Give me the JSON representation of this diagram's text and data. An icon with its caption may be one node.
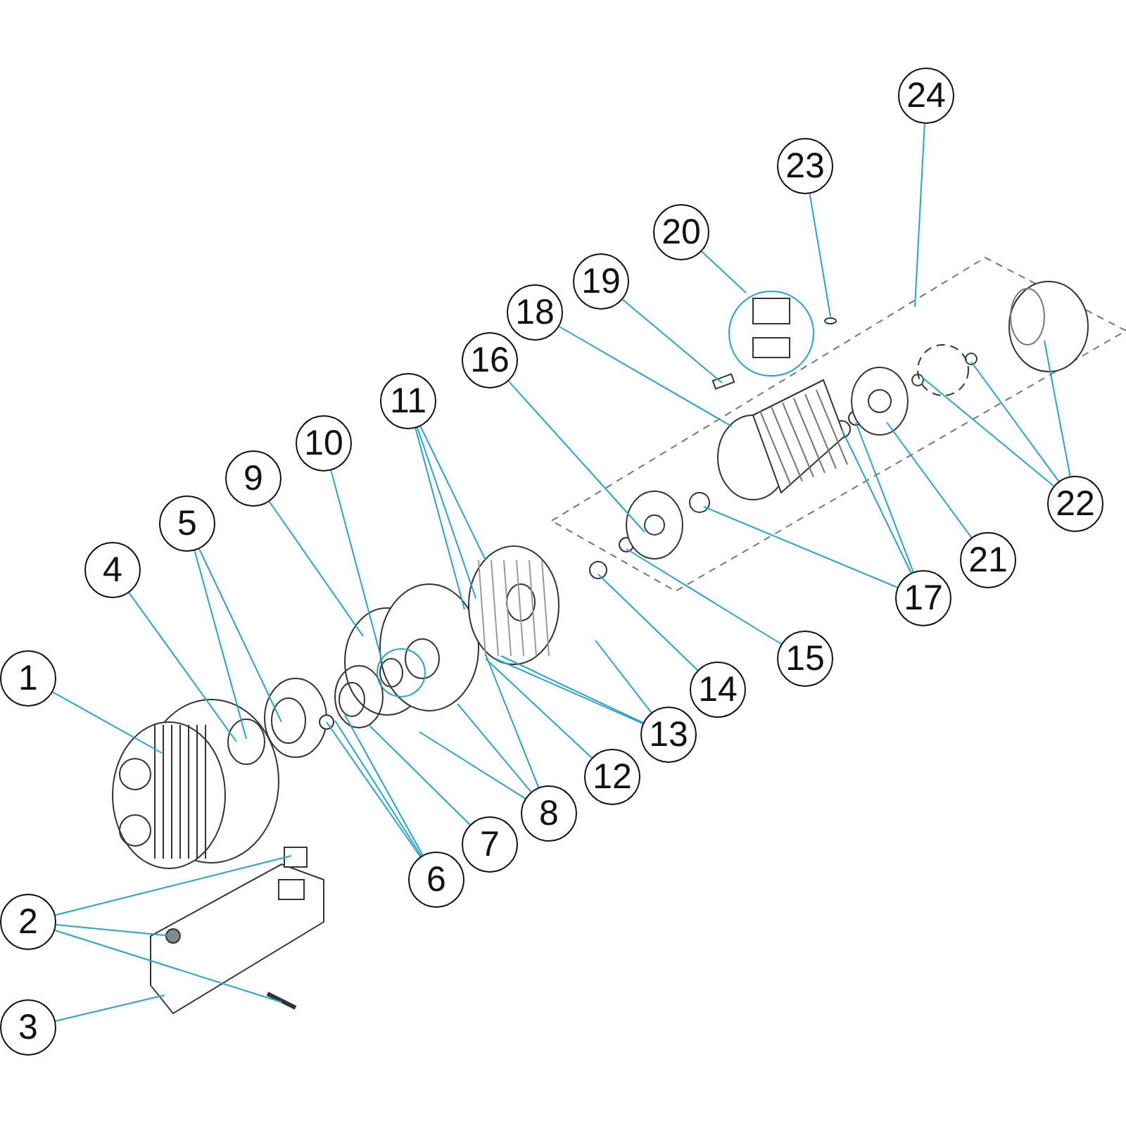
{
  "diagram": {
    "nodes": [
      {
        "text": [
          "1"
        ]
      },
      {
        "text": [
          "2"
        ]
      },
      {
        "text": [
          "3"
        ]
      },
      {
        "text": [
          "4"
        ]
      },
      {
        "text": [
          "5"
        ]
      },
      {
        "text": [
          "6"
        ]
      },
      {
        "text": [
          "7"
        ]
      },
      {
        "text": [
          "8"
        ]
      },
      {
        "text": [
          "9"
        ]
      },
      {
        "text": [
          "10"
        ]
      },
      {
        "text": [
          "11"
        ]
      },
      {
        "text": [
          "12"
        ]
      },
      {
        "text": [
          "13"
        ]
      },
      {
        "text": [
          "14"
        ]
      },
      {
        "text": [
          "15"
        ]
      },
      {
        "text": [
          "16"
        ]
      },
      {
        "text": [
          "17"
        ]
      },
      {
        "text": [
          "18"
        ]
      },
      {
        "text": [
          "19"
        ]
      },
      {
        "text": [
          "20"
        ]
      },
      {
        "text": [
          "21"
        ]
      },
      {
        "text": [
          "22"
        ]
      },
      {
        "text": [
          "23"
        ]
      },
      {
        "text": [
          "24"
        ]
      }
    ],
    "edges": [
      {
        "from": 0,
        "to": null,
        "arrow": "none"
      },
      {
        "from": 1,
        "to": null,
        "arrow": "none"
      },
      {
        "from": 1,
        "to": null,
        "arrow": "none"
      },
      {
        "from": 1,
        "to": null,
        "arrow": "none"
      },
      {
        "from": 2,
        "to": null,
        "arrow": "none"
      },
      {
        "from": 3,
        "to": null,
        "arrow": "none"
      },
      {
        "from": 4,
        "to": null,
        "arrow": "none"
      },
      {
        "from": 4,
        "to": null,
        "arrow": "none"
      },
      {
        "from": 5,
        "to": null,
        "arrow": "none"
      },
      {
        "from": 5,
        "to": null,
        "arrow": "none"
      },
      {
        "from": 5,
        "to": null,
        "arrow": "none"
      },
      {
        "from": 6,
        "to": null,
        "arrow": "none"
      },
      {
        "from": 7,
        "to": null,
        "arrow": "none"
      },
      {
        "from": 7,
        "to": null,
        "arrow": "none"
      },
      {
        "from": 7,
        "to": null,
        "arrow": "none"
      },
      {
        "from": 8,
        "to": null,
        "arrow": "none"
      },
      {
        "from": 9,
        "to": null,
        "arrow": "none"
      },
      {
        "from": 10,
        "to": null,
        "arrow": "none"
      },
      {
        "from": 10,
        "to": null,
        "arrow": "none"
      },
      {
        "from": 10,
        "to": null,
        "arrow": "none"
      },
      {
        "from": 11,
        "to": null,
        "arrow": "none"
      },
      {
        "from": 12,
        "to": null,
        "arrow": "none"
      },
      {
        "from": 12,
        "to": null,
        "arrow": "none"
      },
      {
        "from": 12,
        "to": null,
        "arrow": "none"
      },
      {
        "from": 13,
        "to": null,
        "arrow": "none"
      },
      {
        "from": 14,
        "to": null,
        "arrow": "none"
      },
      {
        "from": 15,
        "to": null,
        "arrow": "none"
      },
      {
        "from": 16,
        "to": null,
        "arrow": "none"
      },
      {
        "from": 16,
        "to": null,
        "arrow": "none"
      },
      {
        "from": 16,
        "to": null,
        "arrow": "none"
      },
      {
        "from": 17,
        "to": null,
        "arrow": "none"
      },
      {
        "from": 18,
        "to": null,
        "arrow": "none"
      },
      {
        "from": 19,
        "to": null,
        "arrow": "none"
      },
      {
        "from": 20,
        "to": null,
        "arrow": "none"
      },
      {
        "from": 21,
        "to": null,
        "arrow": "none"
      },
      {
        "from": 21,
        "to": null,
        "arrow": "none"
      },
      {
        "from": 21,
        "to": null,
        "arrow": "none"
      },
      {
        "from": 22,
        "to": null,
        "arrow": "none"
      },
      {
        "from": 23,
        "to": null,
        "arrow": "none"
      }
    ]
  }
}
